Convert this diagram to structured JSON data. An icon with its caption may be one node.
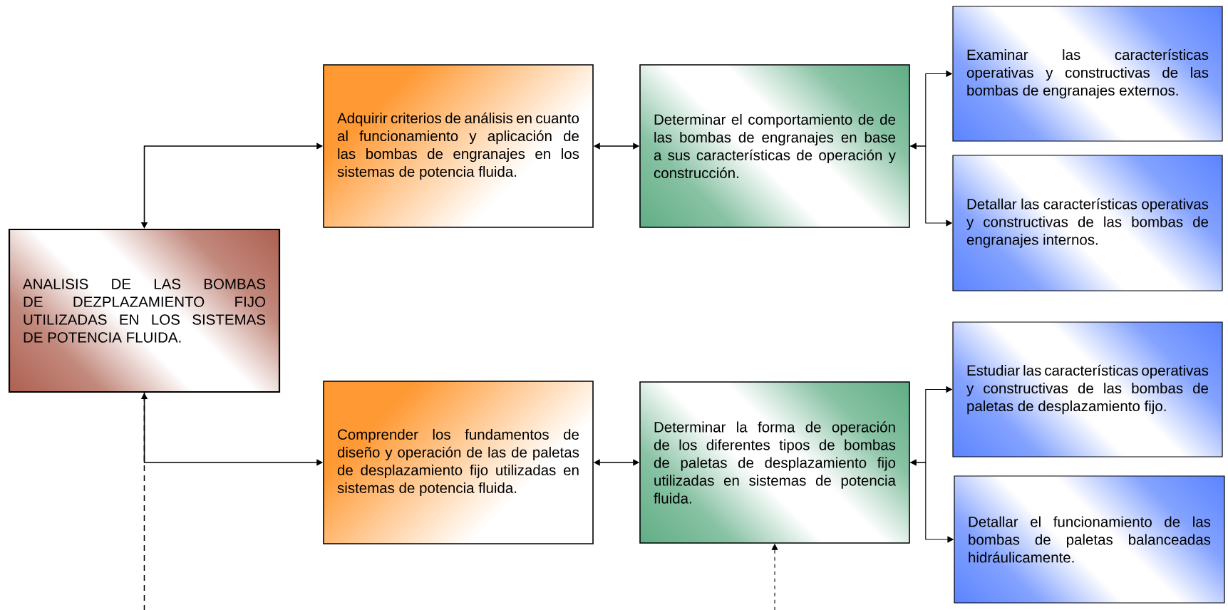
{
  "diagram": {
    "nodes": [
      {
        "text": [
          "ANALISIS DE LAS BOMBAS DE DEZPLAZAMIENTO FIJO UTILIZADAS EN LOS SISTEMAS DE POTENCIA FLUIDA."
        ]
      },
      {
        "text": [
          "Adquirir criterios de análisis en cuanto al funcionamiento y aplicación de las bombas de engranajes en los sistemas de potencia fluida."
        ]
      },
      {
        "text": [
          "Determinar el comportamiento de de las bombas de engranajes en base a sus características de operación y construcción."
        ]
      },
      {
        "text": [
          "Examinar las características operativas y constructivas de las bombas de engranajes externos."
        ]
      },
      {
        "text": [
          "Detallar las características operativas y constructivas de las bombas de engranajes internos."
        ]
      },
      {
        "text": [
          "Comprender los fundamentos de diseño y operación de las de paletas de desplazamiento fijo utilizadas en sistemas de potencia fluida."
        ]
      },
      {
        "text": [
          "Determinar la forma de operación de los diferentes tipos de bombas de paletas de desplazamiento fijo utilizadas en sistemas de potencia fluida."
        ]
      },
      {
        "text": [
          "Estudiar las características operativas y constructivas de las bombas de paletas de desplazamiento fijo."
        ]
      },
      {
        "text": [
          "Detallar el funcionamiento de las bombas de paletas balanceadas hidráulicamente."
        ]
      }
    ],
    "edges": [
      {
        "from": 0,
        "to": 1,
        "arrow": "both"
      },
      {
        "from": 0,
        "to": 5,
        "arrow": "to"
      },
      {
        "from": 1,
        "to": 2,
        "arrow": "both"
      },
      {
        "from": 5,
        "to": 6,
        "arrow": "both"
      },
      {
        "from": 2,
        "to": 3,
        "arrow": "both"
      },
      {
        "from": 2,
        "to": 4,
        "arrow": "to"
      },
      {
        "from": 6,
        "to": 7,
        "arrow": "both"
      },
      {
        "from": 6,
        "to": 8,
        "arrow": "to"
      },
      {
        "from": null,
        "to": 0,
        "arrow": "to",
        "style": "dashed"
      },
      {
        "from": null,
        "to": 6,
        "arrow": "to",
        "style": "dashed"
      }
    ]
  }
}
